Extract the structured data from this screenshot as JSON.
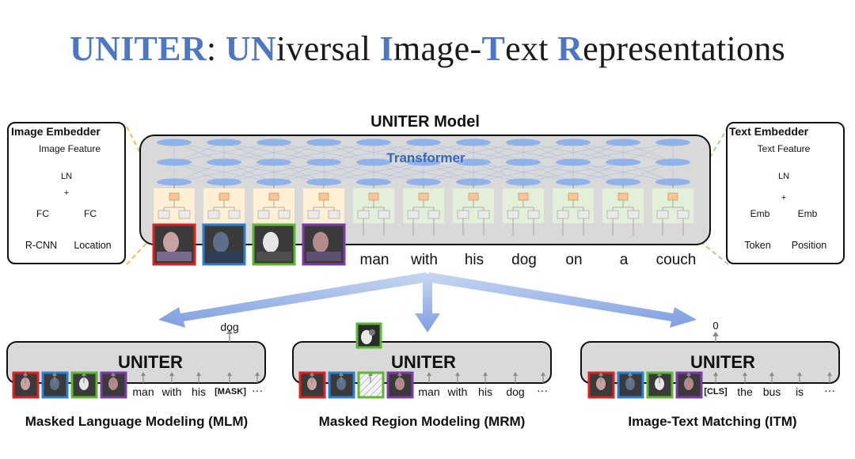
{
  "title": {
    "part1": "UNITER",
    "part2": ": ",
    "part3": "UN",
    "part4": "iversal ",
    "part5": "I",
    "part6": "mage-",
    "part7": "T",
    "part8": "ext ",
    "part9": "R",
    "part10": "epresentations"
  },
  "model": {
    "title": "UNITER Model",
    "transformer": "Transformer",
    "words": [
      "man",
      "with",
      "his",
      "dog",
      "on",
      "a",
      "couch"
    ]
  },
  "image_embedder": {
    "title": "Image Embedder",
    "feature": "Image Feature",
    "ln": "LN",
    "plus": "+",
    "fc1": "FC",
    "fc2": "FC",
    "rcnn": "R-CNN",
    "location": "Location"
  },
  "text_embedder": {
    "title": "Text Embedder",
    "feature": "Text Feature",
    "ln": "LN",
    "plus": "+",
    "emb1": "Emb",
    "emb2": "Emb",
    "token": "Token",
    "position": "Position"
  },
  "tasks": {
    "mlm": {
      "label": "Masked Language Modeling (MLM)",
      "bar": "UNITER",
      "output": "dog",
      "tokens": [
        "man",
        "with",
        "his"
      ],
      "mask": "[MASK]",
      "ellipsis": "···"
    },
    "mrm": {
      "label": "Masked Region Modeling (MRM)",
      "bar": "UNITER",
      "tokens": [
        "man",
        "with",
        "his",
        "dog"
      ],
      "ellipsis": "···"
    },
    "itm": {
      "label": "Image-Text Matching (ITM)",
      "bar": "UNITER",
      "output": "0",
      "cls": "[CLS]",
      "tokens": [
        "the",
        "bus",
        "is"
      ],
      "ellipsis": "···"
    }
  },
  "colors": {
    "accent_blue": "#4b77c4",
    "red": "#e02020",
    "blue": "#2a7fd4",
    "green": "#5cb82e",
    "purple": "#7d3aa8"
  }
}
